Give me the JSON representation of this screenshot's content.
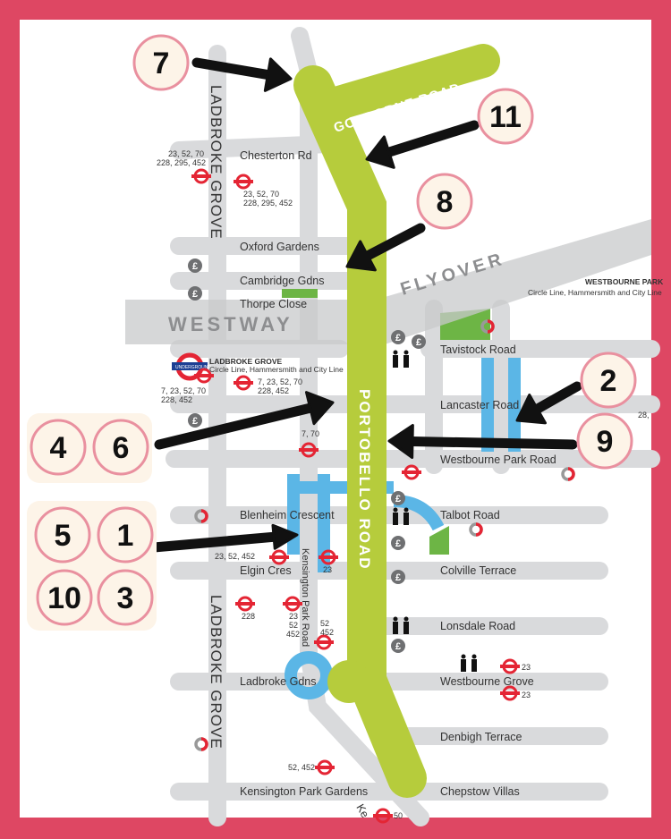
{
  "colors": {
    "border": "#de4763",
    "road": "#d9dadc",
    "portobello": "#b6cc3c",
    "water": "#5bb6e6",
    "park": "#6db545",
    "bus": "#e42534",
    "badge_fill": "#fdf4e8",
    "badge_stroke": "#e9909f"
  },
  "main_roads": {
    "portobello": "PORTOBELLO  ROAD",
    "golborne": "GOLBORNE ROAD",
    "westway": "WESTWAY",
    "flyover": "FLYOVER",
    "ladbroke_top": "LADBROKE GROVE",
    "ladbroke_bottom": "LADBROKE GROVE"
  },
  "streets": {
    "chesterton": "Chesterton Rd",
    "oxford": "Oxford Gardens",
    "cambridge": "Cambridge Gdns",
    "thorpe": "Thorpe Close",
    "tavistock": "Tavistock Road",
    "lancaster": "Lancaster Road",
    "westbourne_park": "Westbourne Park Road",
    "blenheim": "Blenheim Crescent",
    "talbot": "Talbot Road",
    "elgin": "Elgin Cres",
    "colville": "Colville Terrace",
    "lonsdale": "Lonsdale Road",
    "ladbroke_gdns": "Ladbroke Gdns",
    "westbourne_grove": "Westbourne Grove",
    "denbigh": "Denbigh Terrace",
    "kpg": "Kensington Park Gardens",
    "chepstow": "Chepstow Villas",
    "kpr": "Kensington Park Road",
    "ke": "Ke"
  },
  "stations": {
    "ladbroke": {
      "name": "LADBROKE GROVE",
      "lines": "Circle Line, Hammersmith and City Line",
      "logo": "UNDERGROUND"
    },
    "westbourne": {
      "name": "WESTBOURNE PARK",
      "lines": "Circle Line, Hammersmith and City Line"
    }
  },
  "bus_labels": {
    "b1a": "23, 52, 70",
    "b1b": "228, 295, 452",
    "b2a": "23, 52, 70",
    "b2b": "228, 295, 452",
    "b3a": "7, 23, 52, 70",
    "b3b": "228, 452",
    "b4a": "7, 23, 52, 70",
    "b4b": "228, 452",
    "b5": "7, 70",
    "b6": "23, 52, 452",
    "b7": "23",
    "b8": "228",
    "b9a": "23",
    "b9b": "52",
    "b9c": "452",
    "b10a": "52",
    "b10b": "452",
    "b11": "52, 452",
    "b12": "23",
    "b13": "23",
    "b14": "28,",
    "b15": "50"
  },
  "badges": [
    "7",
    "11",
    "8",
    "2",
    "9",
    "4",
    "6",
    "5",
    "1",
    "10",
    "3"
  ]
}
